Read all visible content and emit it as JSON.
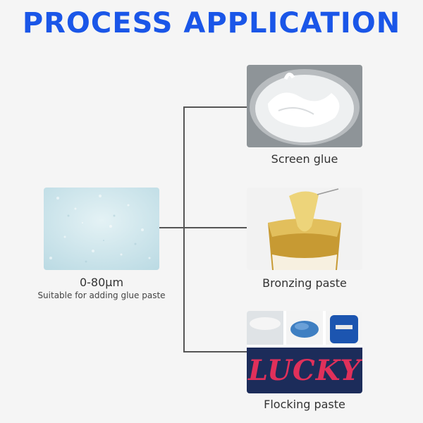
{
  "title": "PROCESS APPLICATION",
  "source": {
    "size_label": "0-80μm",
    "description": "Suitable for adding glue paste"
  },
  "applications": [
    {
      "label": "Screen glue"
    },
    {
      "label": "Bronzing paste"
    },
    {
      "label": "Flocking paste",
      "image_text": "LUCKY"
    }
  ],
  "colors": {
    "title": "#1a56e8",
    "connector": "#555555",
    "powder": "#c9e3ea",
    "gold": "#d7b24a",
    "flock_bg": "#1c2c5a",
    "flock_text": "#e0305a",
    "drum": "#1c55b0"
  }
}
